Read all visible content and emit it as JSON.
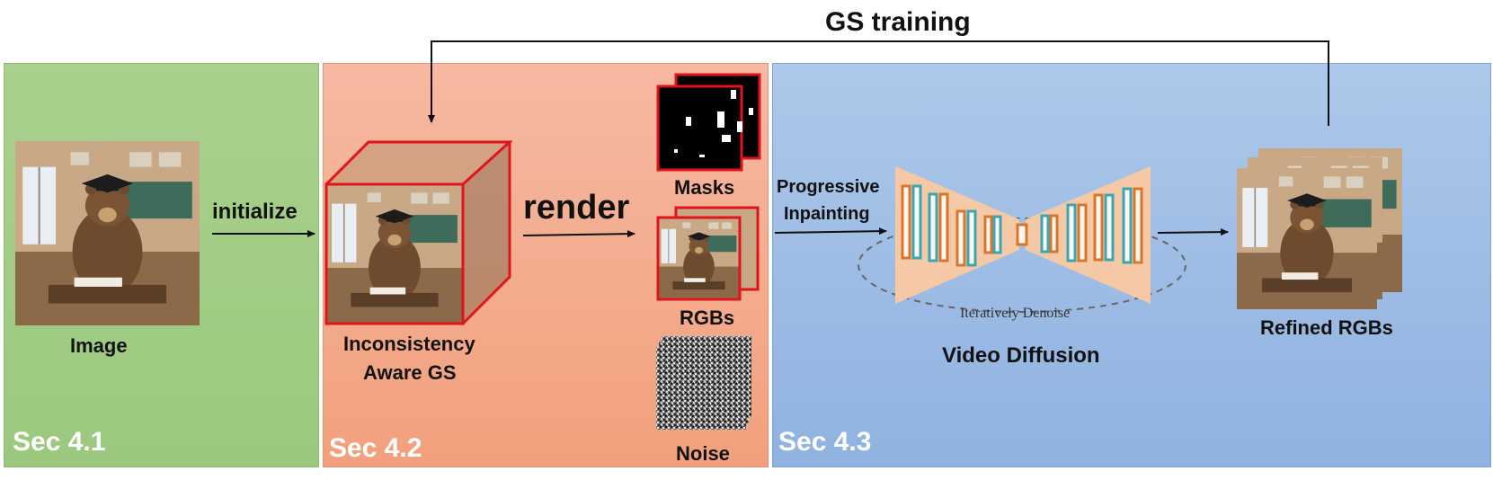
{
  "title": "GS training",
  "sections": {
    "s1": {
      "label": "Sec 4.1",
      "color": "#a8d08d"
    },
    "s2": {
      "label": "Sec 4.2",
      "color": "#f4a98c"
    },
    "s3": {
      "label": "Sec 4.3",
      "color": "#9bbde3"
    }
  },
  "labels": {
    "image": "Image",
    "initialize": "initialize",
    "gs_line1": "Inconsistency",
    "gs_line2": "Aware GS",
    "render": "render",
    "masks": "Masks",
    "rgbs": "RGBs",
    "noise": "Noise",
    "prog_line1": "Progressive",
    "prog_line2": "Inpainting",
    "denoise": "Iteratively Denoise",
    "video_diffusion": "Video Diffusion",
    "refined": "Refined RGBs"
  },
  "colors": {
    "cube_edge": "#e0141b",
    "unet_fill": "#f6c9a6",
    "bar_orange": "#d9762b",
    "bar_teal": "#3aa6b5"
  }
}
